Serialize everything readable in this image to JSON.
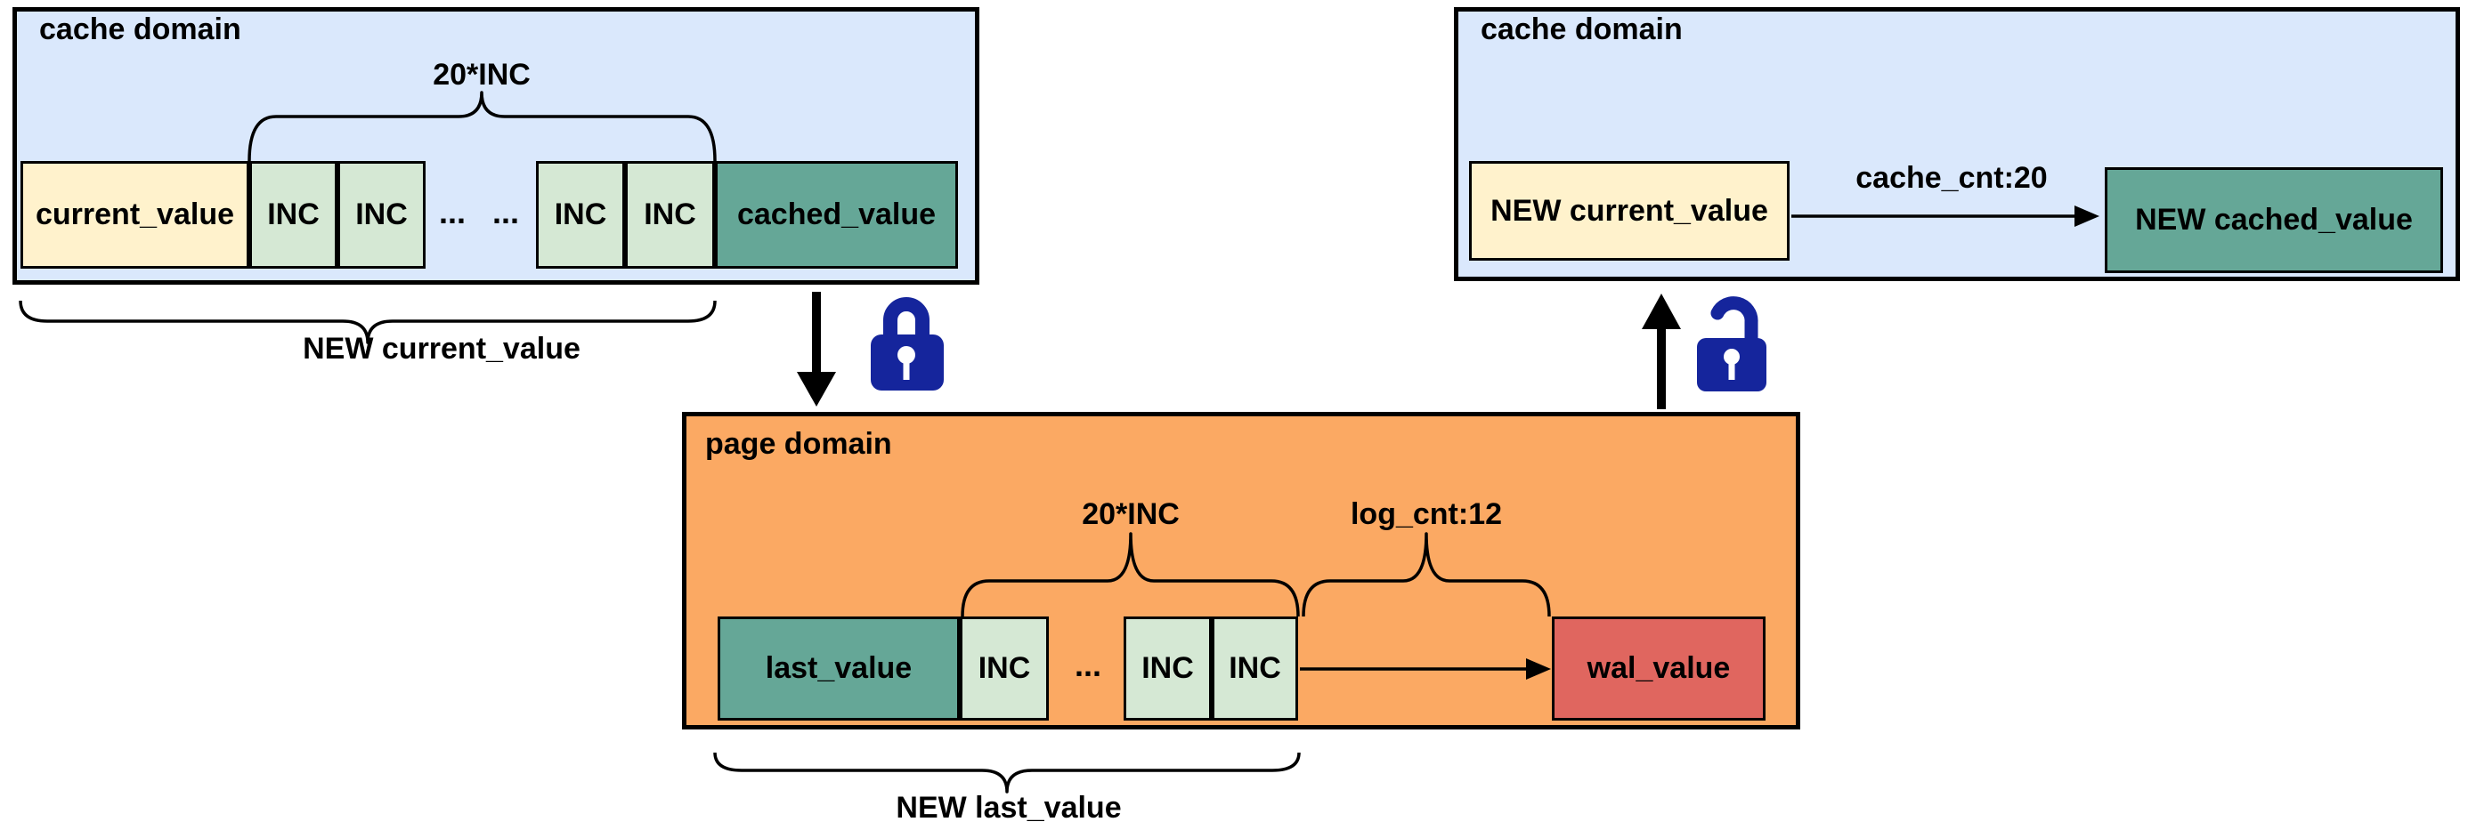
{
  "left": {
    "title": "cache domain",
    "top_label": "20*INC",
    "bottom_label": "NEW current_value",
    "current_value": "current_value",
    "inc": "INC",
    "dots": "...",
    "cached_value": "cached_value"
  },
  "page": {
    "title": "page domain",
    "top_label": "20*INC",
    "log_label": "log_cnt:12",
    "bottom_label": "NEW last_value",
    "last_value": "last_value",
    "inc": "INC",
    "dots": "...",
    "wal_value": "wal_value"
  },
  "right": {
    "title": "cache domain",
    "arrow_label": "cache_cnt:20",
    "new_current_value": "NEW current_value",
    "new_cached_value": "NEW cached_value"
  },
  "colors": {
    "domain_blue": "#dae8fc",
    "domain_orange": "#fba963",
    "box_yellow": "#fff2cc",
    "box_green": "#d5e8d4",
    "box_teal": "#65a797",
    "box_red": "#e0665f",
    "lock_navy": "#15259c",
    "border_black": "#000000"
  }
}
